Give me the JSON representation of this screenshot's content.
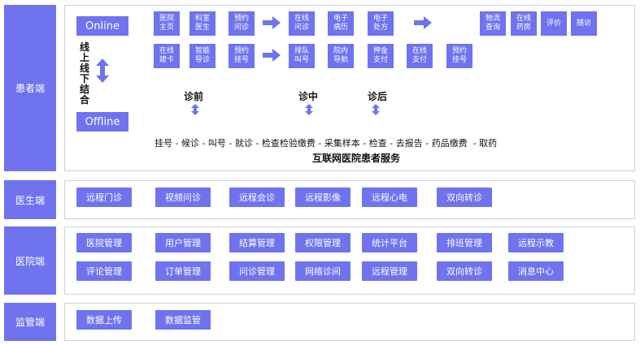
{
  "rows": {
    "patient": "患者端",
    "doctor": "医生端",
    "hospital": "医院端",
    "supervision": "监管端"
  },
  "patient": {
    "online": "Online",
    "offline": "Offline",
    "combine": [
      "线",
      "上",
      "线",
      "下",
      "结",
      "合"
    ],
    "tiles_row1": [
      "医院\n主页",
      "科室\n医生",
      "预约\n问诊",
      "在线\n问诊",
      "电子\n病历",
      "电子\n处方",
      "物流\n查询",
      "在线\n药房",
      "评价",
      "随访"
    ],
    "tiles_row2": [
      "在线\n建卡",
      "智能\n导诊",
      "预约\n挂号",
      "排队\n叫号",
      "院内\n导航",
      "押金\n支付",
      "在线\n支付",
      "预约\n挂号"
    ],
    "phases": [
      "诊前",
      "诊中",
      "诊后"
    ],
    "flow": "挂号 - 候诊 - 叫号 - 就诊 - 检查检验缴费 - 采集样本 - 检查 - 去报告 - 药品缴费  - 取药",
    "service": "互联网医院患者服务"
  },
  "doctor": [
    "远程门诊",
    "视频问诊",
    "远程会诊",
    "远程影像",
    "远程心电",
    "双向转诊"
  ],
  "hospital_row1": [
    "医院管理",
    "用户管理",
    "结算管理",
    "权限管理",
    "统计平台",
    "排班管理",
    "远程示教"
  ],
  "hospital_row2": [
    "评论管理",
    "订单管理",
    "问诊管理",
    "网络诊间",
    "远程管理",
    "双向转诊",
    "消息中心"
  ],
  "supervision_items": [
    "数据上传",
    "数据监管"
  ],
  "colors": {
    "accent": "#6f73ee",
    "border": "#cfd3e0"
  }
}
